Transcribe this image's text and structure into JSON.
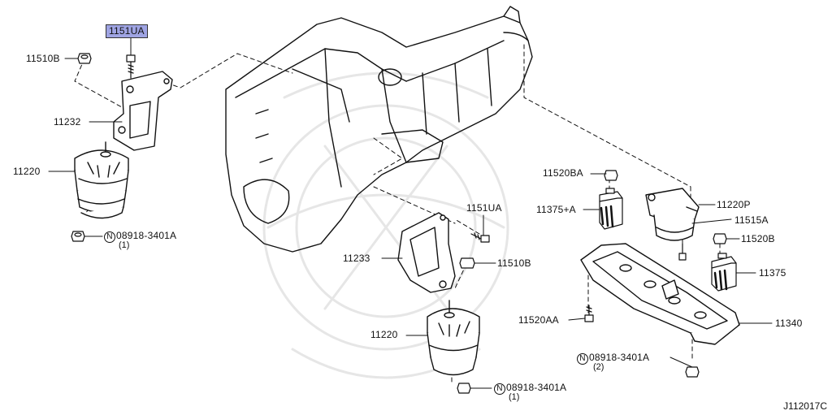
{
  "labels": {
    "p1151UA_top": "1151UA",
    "p11510B_left": "11510B",
    "p11232": "11232",
    "p11220_left": "11220",
    "p08918_left": "08918-3401A",
    "q08918_left": "(1)",
    "p1151UA_mid": "1151UA",
    "p11233": "11233",
    "p11510B_mid": "11510B",
    "p11220_mid": "11220",
    "p08918_mid": "08918-3401A",
    "q08918_mid": "(1)",
    "p11520BA": "11520BA",
    "p11375A": "11375+A",
    "p11220P": "11220P",
    "p11515A": "11515A",
    "p11520B": "11520B",
    "p11375": "11375",
    "p11520AA": "11520AA",
    "p11340": "11340",
    "p08918_right": "08918-3401A",
    "q08918_right": "(2)",
    "nut_symbol": "N"
  },
  "figure_code": "J112017C",
  "colors": {
    "highlight": "#9fa4e3",
    "line": "#111111",
    "watermark": "#e6e6e6"
  }
}
